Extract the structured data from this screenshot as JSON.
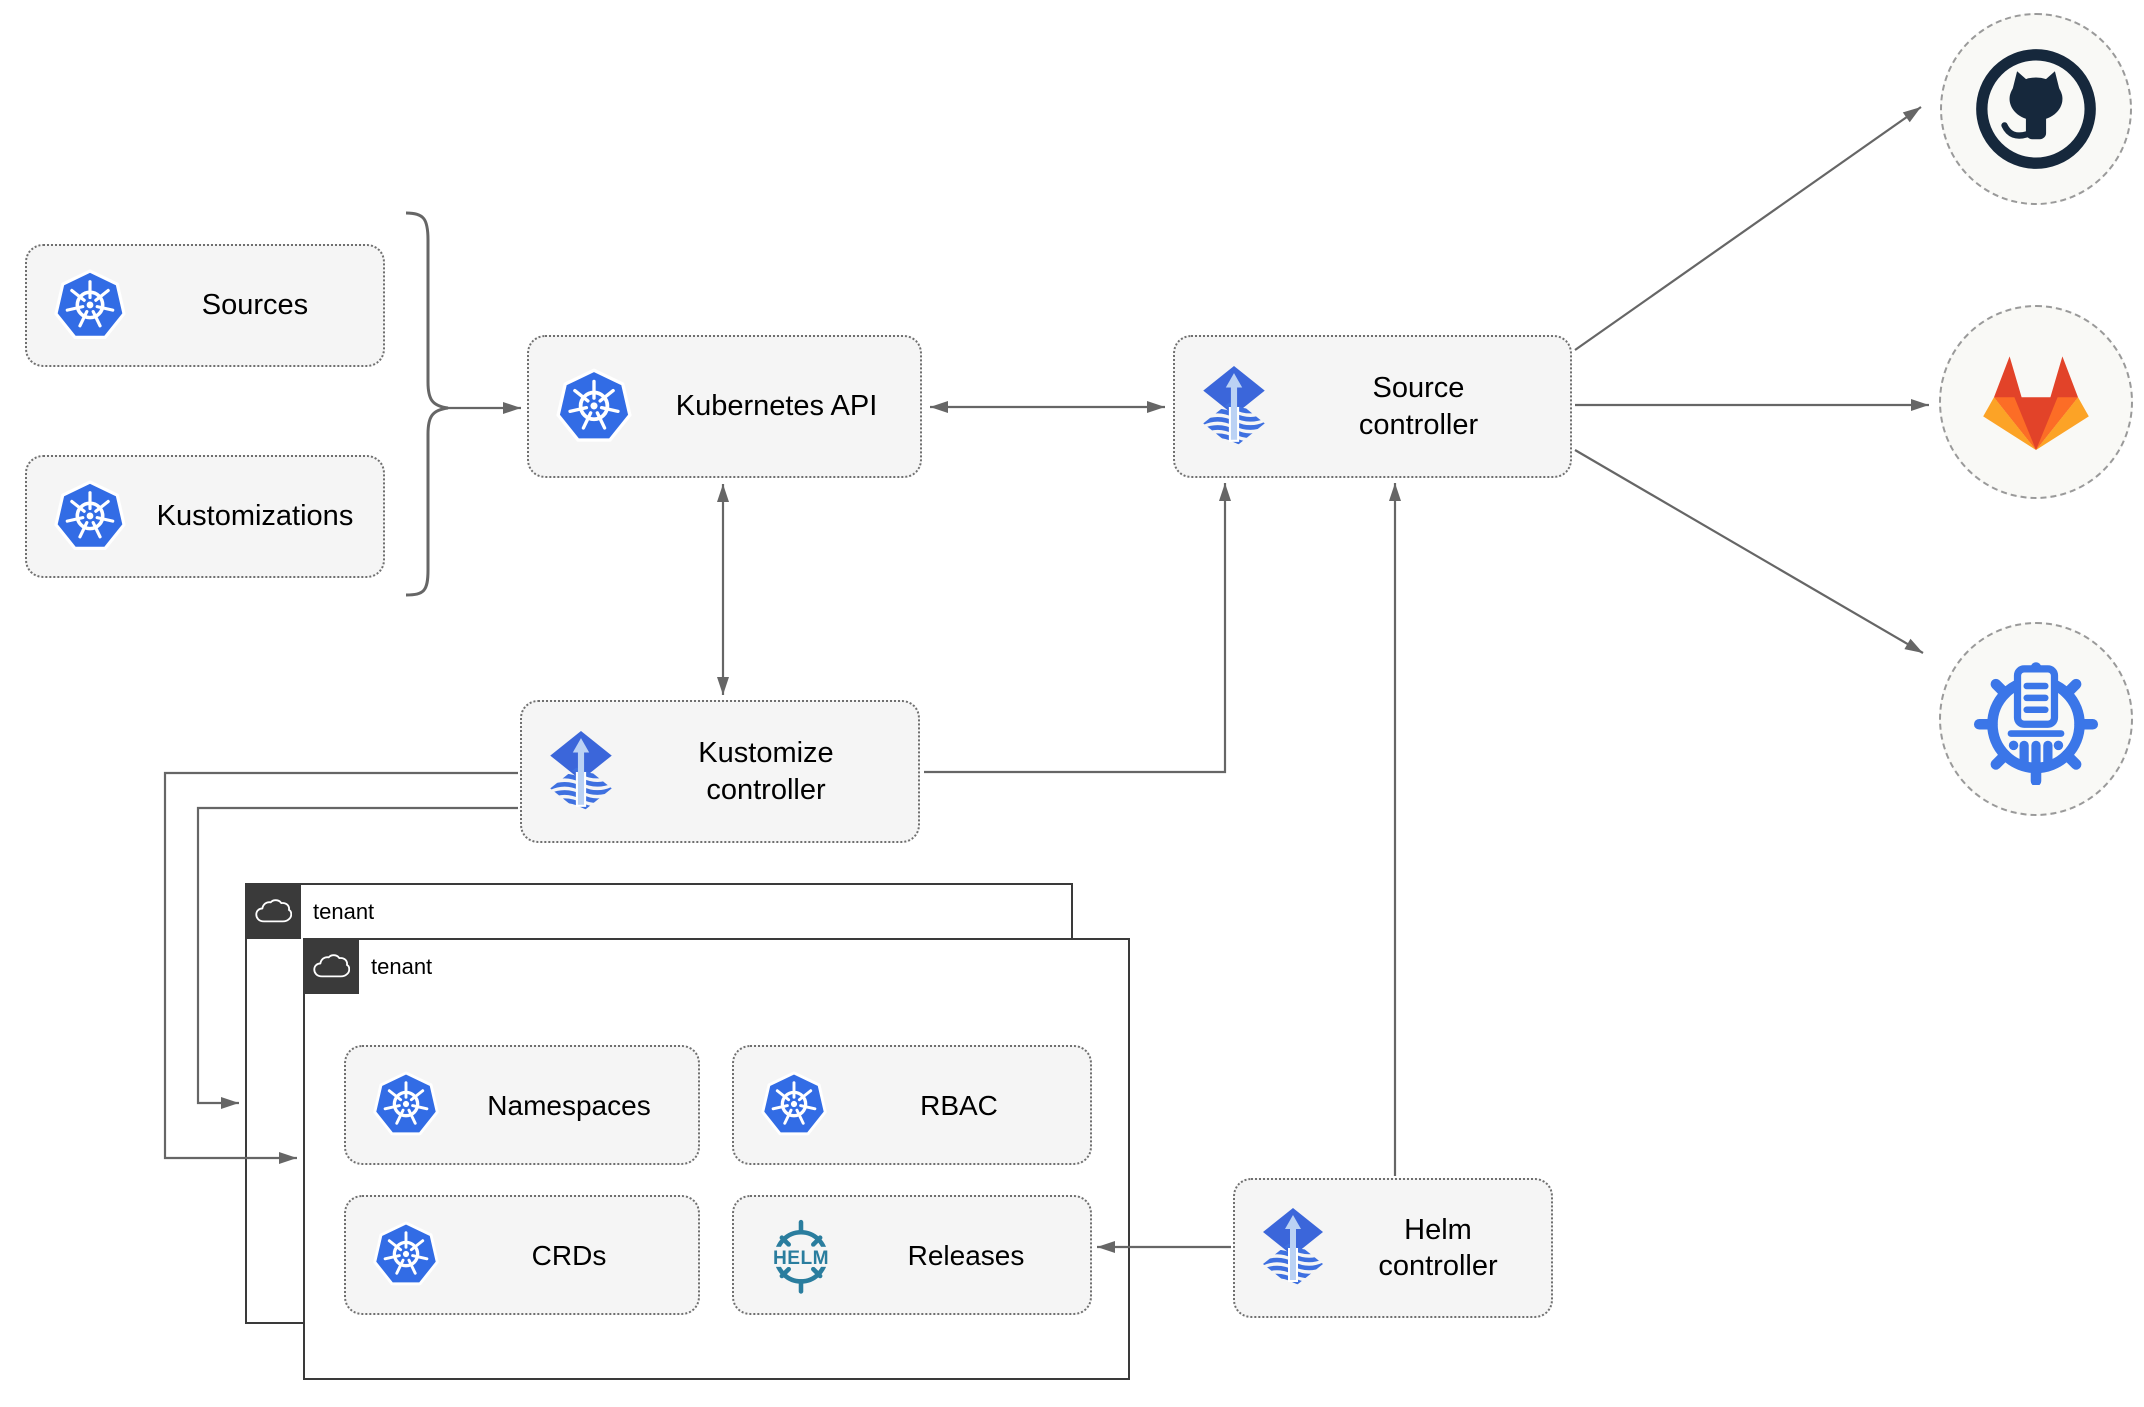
{
  "nodes": {
    "sources": {
      "label": "Sources"
    },
    "kustomizations": {
      "label": "Kustomizations"
    },
    "kubernetes_api": {
      "label": "Kubernetes API"
    },
    "source_controller": {
      "line1": "Source",
      "line2": "controller"
    },
    "kustomize_controller": {
      "line1": "Kustomize",
      "line2": "controller"
    },
    "helm_controller": {
      "line1": "Helm",
      "line2": "controller"
    },
    "namespaces": {
      "label": "Namespaces"
    },
    "rbac": {
      "label": "RBAC"
    },
    "crds": {
      "label": "CRDs"
    },
    "releases": {
      "label": "Releases"
    },
    "helm_wordmark": "HELM"
  },
  "tenants": {
    "back_label": "tenant",
    "front_label": "tenant"
  },
  "icons": {
    "sources_icon": "kubernetes-logo",
    "kustomizations_icon": "kubernetes-logo",
    "kubernetes_api_icon": "kubernetes-logo",
    "source_controller_icon": "flux-logo",
    "kustomize_controller_icon": "flux-logo",
    "helm_controller_icon": "flux-logo",
    "namespaces_icon": "kubernetes-logo",
    "rbac_icon": "kubernetes-logo",
    "crds_icon": "kubernetes-logo",
    "releases_icon": "helm-logo",
    "tenant_icon": "cloud",
    "remote_1": "github",
    "remote_2": "gitlab",
    "remote_3": "chartmuseum"
  },
  "colors": {
    "kubernetes_blue": "#326CE5",
    "flux_blue": "#3B66DA",
    "flux_light_arrow": "#BBD2F4",
    "helm_teal": "#2A7D9E",
    "github_dark": "#16283C",
    "gitlab_red": "#E24329",
    "gitlab_orange": "#FC6D26",
    "gitlab_light_orange": "#FCA326",
    "chartmuseum_blue": "#3B76E8",
    "line_gray": "#666666",
    "box_fill": "#F5F5F5",
    "tenant_dark": "#3A3A3A"
  }
}
